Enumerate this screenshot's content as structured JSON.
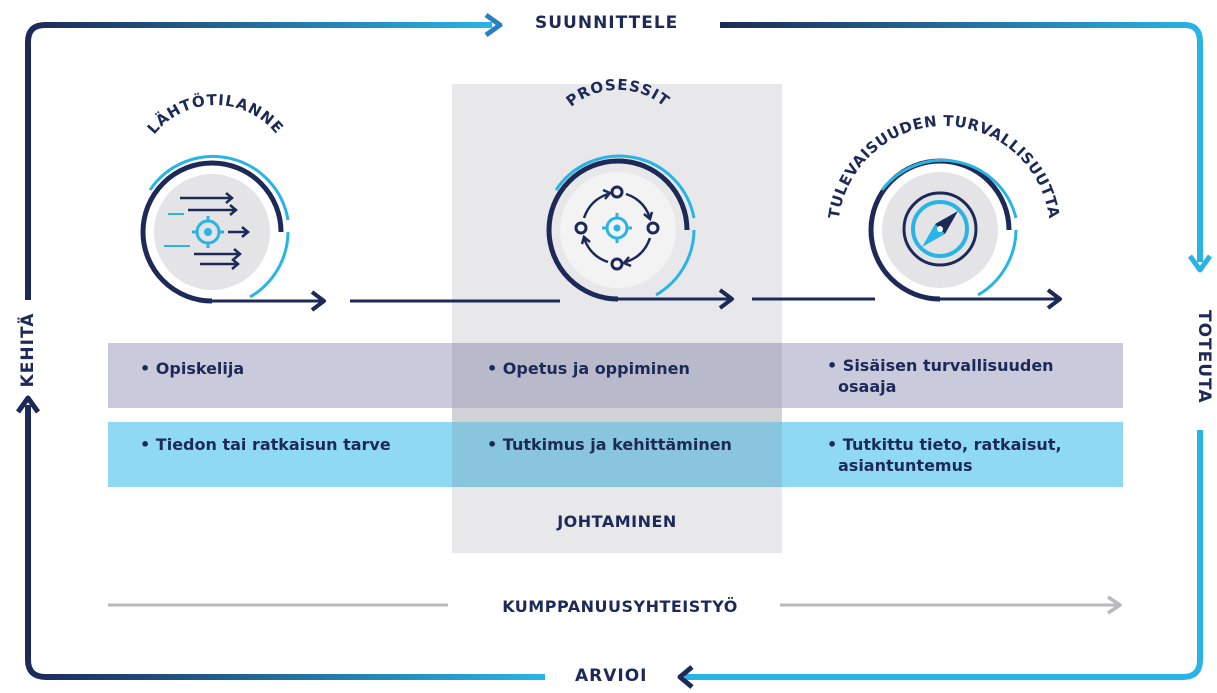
{
  "cycle": {
    "top": "SUUNNITTELE",
    "right": "TOTEUTA",
    "bottom": "ARVIOI",
    "left": "KEHITÄ"
  },
  "stages": [
    {
      "title": "LÄHTÖTILANNE",
      "icon": "gear-arrows-icon"
    },
    {
      "title": "PROSESSIT",
      "icon": "cycle-gear-icon"
    },
    {
      "title": "TULEVAISUUDEN TURVALLISUUTTA",
      "icon": "compass-icon"
    }
  ],
  "rows": [
    {
      "cells": [
        "• Opiskelija",
        "• Opetus ja oppiminen",
        "• Sisäisen turvallisuuden",
        "osaaja"
      ]
    },
    {
      "cells": [
        "• Tiedon tai ratkaisun tarve",
        "• Tutkimus ja kehittäminen",
        "• Tutkittu tieto, ratkaisut,",
        "asiantuntemus"
      ]
    }
  ],
  "management": "JOHTAMINEN",
  "partnership": "KUMPPANUUSYHTEISTYÖ",
  "colors": {
    "navy": "#1d2a57",
    "cyan": "#29b4e6",
    "band_gray": "#c9cbdc",
    "band_cyan": "#8fdaf2"
  }
}
